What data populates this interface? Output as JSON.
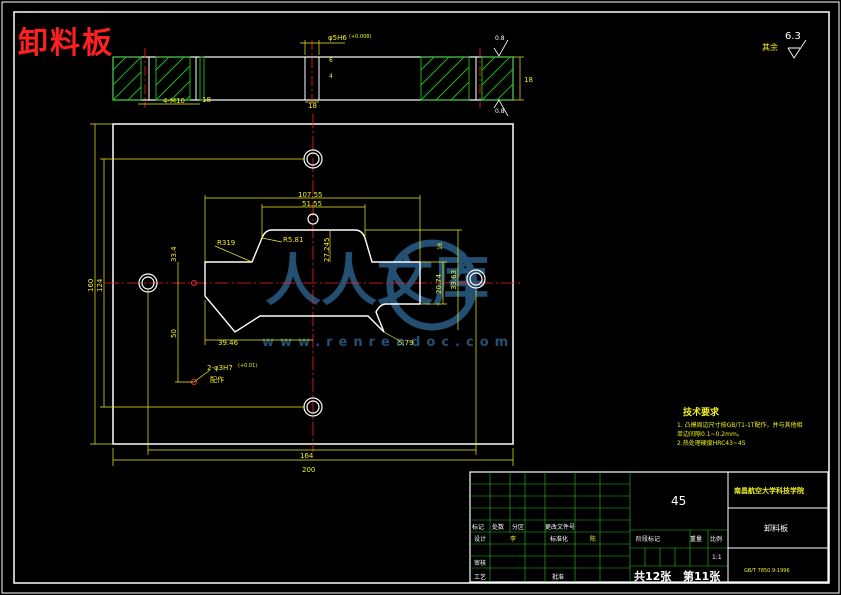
{
  "drawing_title": "卸料板",
  "roughness": {
    "general_value": "6.3",
    "general_label": "其余",
    "top_value": "0.8",
    "bottom_value": "0.8"
  },
  "section_view": {
    "hole_fit": "φ5H6",
    "tolerance": "(+0.008)",
    "thread_label": "4-M10",
    "dims": {
      "thread_depth": "18",
      "pin_dim": "18",
      "thickness": "18",
      "v1": "6",
      "v2": "4"
    }
  },
  "plan_view": {
    "dims": {
      "overall_width": "200",
      "hole_span_x": "164",
      "overall_height": "160",
      "hole_span_y": "124",
      "opening_width": "107.55",
      "neck_width": "51.55",
      "r_outer": "R319",
      "r_inner": "R5.81",
      "neck_depth": "27.245",
      "right_height": "20.74",
      "right_step": "16",
      "right_total": "33.63",
      "left_upper": "33.4",
      "left_lower": "50",
      "bottom_left": "39.46",
      "bottom_right": "5.79"
    },
    "pin_hole_label": "2-φ3H7",
    "pin_hole_tol": "(+0.01)",
    "pin_hole_note": "配作"
  },
  "tech_requirements": {
    "heading": "技术要求",
    "items": [
      "1. 凸模周边尺寸按GB/T1-1T配作，并与其他相",
      "   单边间隙0.1~0.2mm。",
      "2.热处理硬度HRC43~45"
    ]
  },
  "title_block": {
    "material": "45",
    "school": "南昌航空大学科技学院",
    "part_name": "卸料板",
    "standard": "GB/T 7850.9-1996",
    "scale": "1:1",
    "sheets_total": "共12张",
    "sheet_current": "第11张",
    "headers": [
      "标记",
      "处数",
      "分区",
      "更改文件号"
    ],
    "roles": [
      "设计",
      "标准化",
      "审核",
      "工艺",
      "批准"
    ],
    "stage_labels": [
      "阶段标记",
      "重量",
      "比例"
    ],
    "signer_mark": "李",
    "std_mark": "陈"
  },
  "watermark": {
    "text": "人人文库",
    "url": "www.renrendoc.com"
  },
  "colors": {
    "background": "#000000",
    "outline": "#ffffff",
    "dimension": "#f0f020",
    "centerline": "#ff2020",
    "section": "#20c020",
    "watermark": "#2a5f86"
  }
}
